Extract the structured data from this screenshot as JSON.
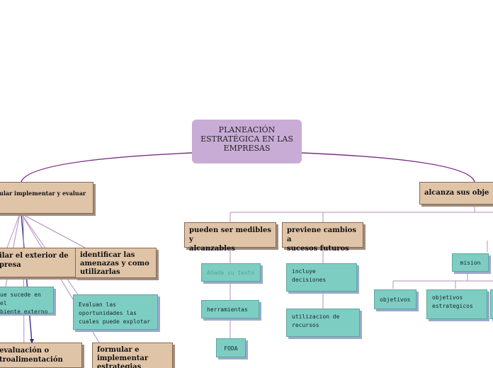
{
  "central": {
    "title": "PLANEACIÓN\nESTRATÉGICA EN LAS\nEMPRESAS"
  },
  "left": {
    "main": "ular implementar y evaluar",
    "exterior": "ilar el exterior de\npresa",
    "amenazas": "identificar las\namenazas y como\nutilizarlas",
    "externo": "ue sucede en el\nbiente externo",
    "oportunidades": "Evaluan las\noportunidades las\ncuales puede explotar",
    "evaluacion": "evaluación o\ntroalimentación",
    "formular": "formular e\nimplementar\nestrategias"
  },
  "right": {
    "main": "alcanza sus obje",
    "medibles": "pueden ser medibles y\nalcanzables",
    "previene": "previene cambios a\nsucesos futuros",
    "placeholder": "Añada su texto",
    "herramientas": "herramientas",
    "foda": "FODA",
    "incluye": "incluye\ndecisiones",
    "utilizacion": "utilizacion de\nrecursos",
    "mision": "mision",
    "objetivos": "objetivos",
    "objetivos_estrategicos": "objetivos\nestrategicos"
  },
  "colors": {
    "central_fill": "#c8acd6",
    "topic_fill": "#e0c4a8",
    "subtopic_fill": "#7ecdc3",
    "connector": "#7a2d86"
  }
}
